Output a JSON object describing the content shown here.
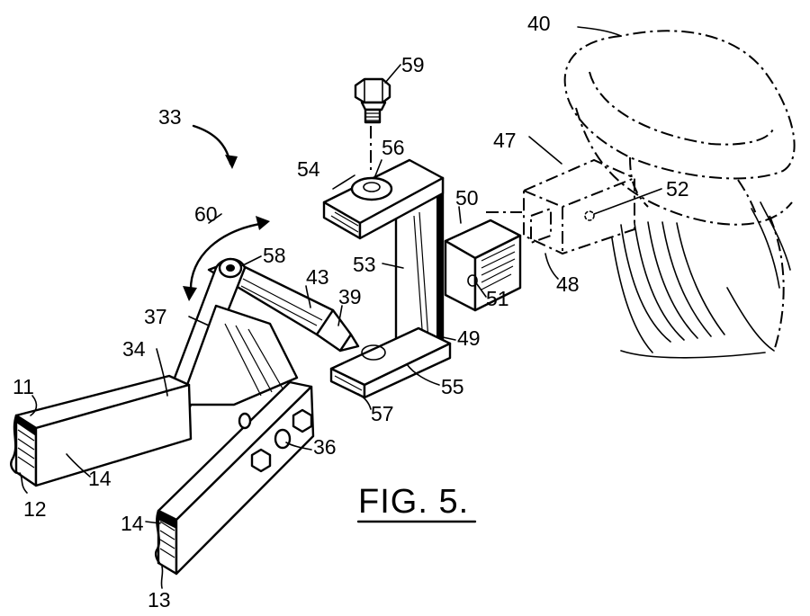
{
  "figure": {
    "caption": "FIG. 5.",
    "labels": {
      "l11": "11",
      "l12": "12",
      "l13": "13",
      "l14a": "14",
      "l14b": "14",
      "l33": "33",
      "l34": "34",
      "l36": "36",
      "l37": "37",
      "l39": "39",
      "l40": "40",
      "l43": "43",
      "l47": "47",
      "l48": "48",
      "l49": "49",
      "l50": "50",
      "l51": "51",
      "l52": "52",
      "l53": "53",
      "l54": "54",
      "l55": "55",
      "l56": "56",
      "l57": "57",
      "l58": "58",
      "l59": "59",
      "l60": "60"
    }
  }
}
